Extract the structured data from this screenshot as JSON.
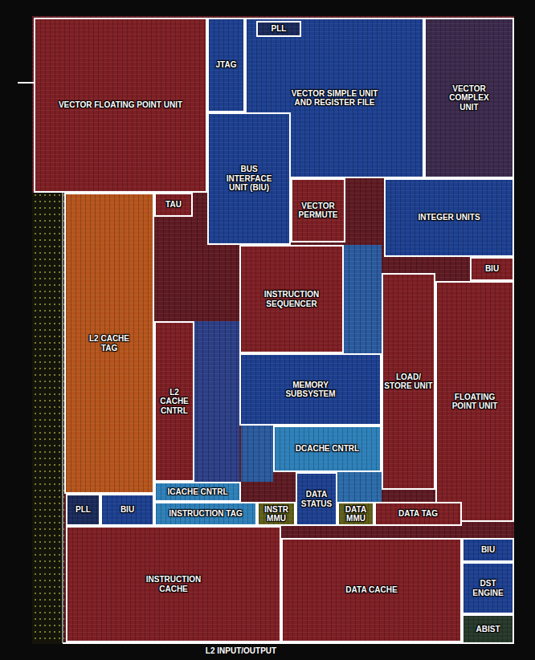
{
  "diagram": {
    "nodes": [
      {
        "text": [
          "VECTOR FLOATING POINT UNIT"
        ]
      },
      {
        "text": [
          "JTAG"
        ]
      },
      {
        "text": [
          "VECTOR SIMPLE UNIT AND REGISTER FILE"
        ]
      },
      {
        "text": [
          "PLL"
        ],
        "in": 2
      },
      {
        "text": [
          "VECTOR COMPLEX UNIT"
        ]
      },
      {
        "text": [
          "TAU"
        ]
      },
      {
        "text": [
          "BUS INTERFACE UNIT (BIU)"
        ]
      },
      {
        "text": [
          "VECTOR PERMUTE"
        ]
      },
      {
        "text": [
          "INTEGER UNITS"
        ]
      },
      {
        "text": [
          "BIU"
        ]
      },
      {
        "text": [
          "INSTRUCTION SEQUENCER"
        ]
      },
      {
        "text": [
          "L2 CACHE TAG"
        ]
      },
      {
        "text": [
          "L2 CACHE CNTRL"
        ]
      },
      {
        "text": [
          "MEMORY SUBSYSTEM"
        ]
      },
      {
        "text": [
          "LOAD/ STORE UNIT"
        ]
      },
      {
        "text": [
          "FLOATING POINT UNIT"
        ]
      },
      {
        "text": [
          "DCACHE CNTRL"
        ]
      },
      {
        "text": [
          "DATA STATUS"
        ]
      },
      {
        "text": [
          "ICACHE CNTRL"
        ]
      },
      {
        "text": [
          "PLL"
        ]
      },
      {
        "text": [
          "BIU"
        ]
      },
      {
        "text": [
          "INSTRUCTION TAG"
        ]
      },
      {
        "text": [
          "INSTR MMU"
        ]
      },
      {
        "text": [
          "DATA MMU"
        ]
      },
      {
        "text": [
          "DATA TAG"
        ]
      },
      {
        "text": [
          "BIU"
        ]
      },
      {
        "text": [
          "INSTRUCTION CACHE"
        ]
      },
      {
        "text": [
          "DATA CACHE"
        ]
      },
      {
        "text": [
          "DST ENGINE"
        ]
      },
      {
        "text": [
          "ABIST"
        ]
      }
    ],
    "labels": [
      "L2 INPUT/OUTPUT"
    ]
  }
}
